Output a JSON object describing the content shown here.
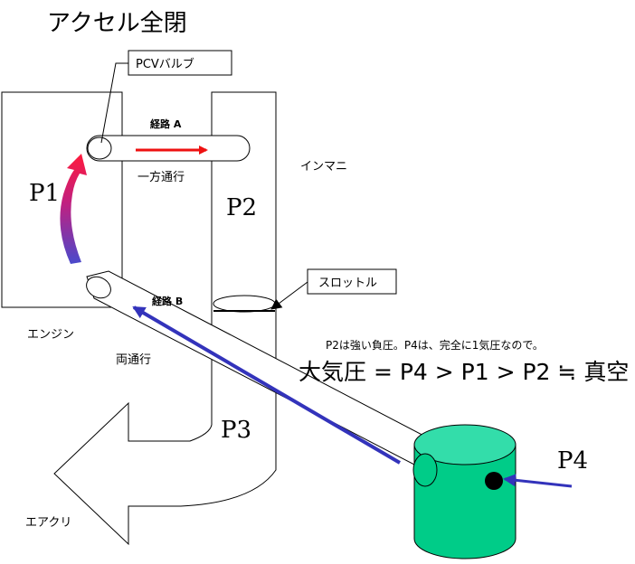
{
  "title": "アクセル全閉",
  "labels": {
    "pcv_valve": "PCVバルブ",
    "path_a": "経路 A",
    "path_b": "経路 B",
    "one_way": "一方通行",
    "two_way": "両通行",
    "intake_manifold": "インマニ",
    "engine": "エンジン",
    "throttle": "スロットル",
    "air_cleaner": "エアクリ"
  },
  "pressures": {
    "p1": "P1",
    "p2": "P2",
    "p3": "P3",
    "p4": "P4"
  },
  "note": "P2は強い負圧。P4は、完全に1気圧なので。",
  "relation": "大気圧 = P4 > P1 > P2 ≒ 真空",
  "colors": {
    "red_arrow": "#ee1111",
    "blue_arrow": "#3333bb",
    "tank": "#00cc88",
    "tank_top": "#33ddaa",
    "gradient_top": "#ff1a3c",
    "gradient_bottom": "#4a4acc"
  }
}
